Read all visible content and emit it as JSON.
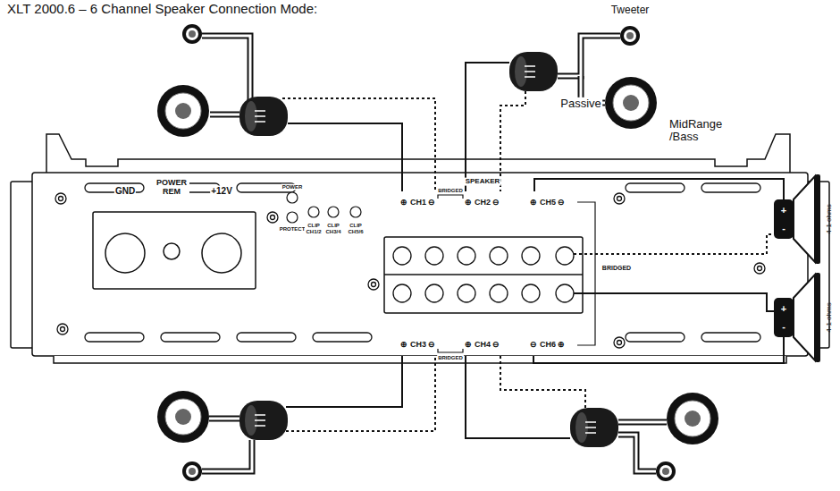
{
  "diagram": {
    "title": "XLT 2000.6 – 6 Channel Speaker Connection Mode:",
    "labels": [
      "Tweeter",
      "Passive",
      "MidRange /Bass",
      "GND",
      "POWER REM",
      "+12V",
      "POWER",
      "PROTECT",
      "CLIP CH1/2",
      "CLIP CH3/4",
      "CLIP CH5/6",
      "SPEAKER",
      "BRIDGED",
      "⊕ CH1 ⊖",
      "⊕ CH2 ⊖",
      "⊕ CH5 ⊖",
      "BRIDGED",
      "⊕ CH3 ⊖",
      "BRIDGED",
      "⊕ CH4 ⊖",
      "⊖ CH6 ⊕",
      "+",
      "-",
      "+",
      "-",
      "4-1 ohms",
      "4-1 ohms"
    ]
  }
}
